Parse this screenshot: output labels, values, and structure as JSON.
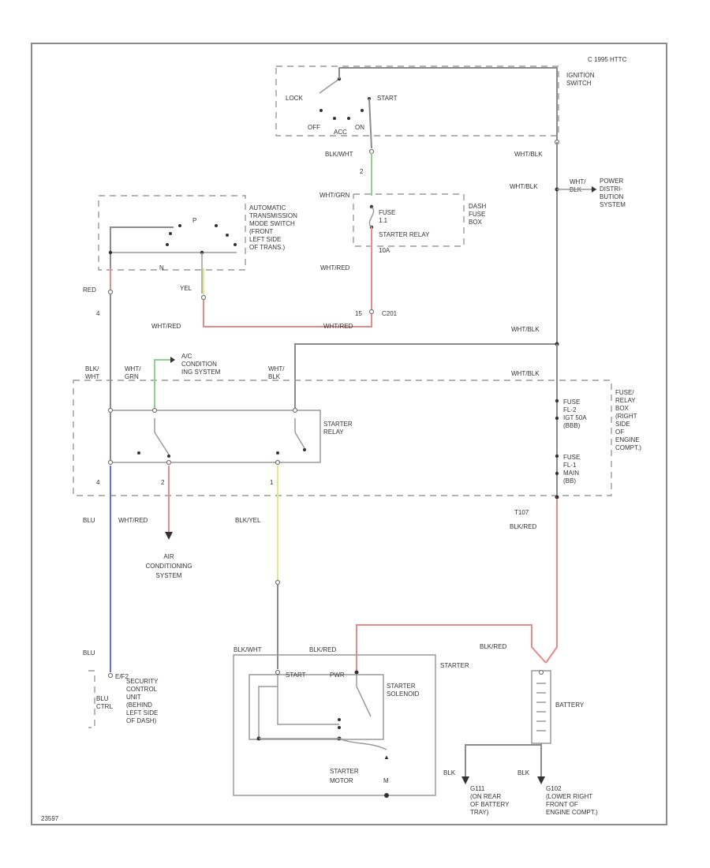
{
  "copyright": "C 1995 HTTC",
  "footer_code": "23597",
  "colors": {
    "red": "#e88a8a",
    "green": "#8fd18f",
    "yellow": "#e6e68a",
    "blue": "#6a6ae8",
    "wire": "#8c8c8c"
  },
  "ignition": {
    "title": [
      "IGNITION",
      "SWITCH"
    ],
    "lock": "LOCK",
    "start": "START",
    "off": "OFF",
    "acc": "ACC",
    "on": "ON",
    "wire_bw": "BLK/WHT",
    "pin": "2"
  },
  "power_dist": {
    "wire1": "WHT/BLK",
    "wire2": "WHT/BLK",
    "tag": [
      "WHT/",
      "BLK"
    ],
    "label": [
      "POWER",
      "DISTRI-",
      "BUTION",
      "SYSTEM"
    ]
  },
  "atx": {
    "label": [
      "AUTOMATIC",
      "TRANSMISSION",
      "MODE SWITCH",
      "(FRONT",
      "LEFT SIDE",
      "OF TRANS.)"
    ],
    "p": "P",
    "n": "N"
  },
  "dash_fuse": {
    "wire_top": "WHT/GRN",
    "fuse": [
      "FUSE",
      "1.1",
      "STARTER RELAY",
      "10A"
    ],
    "box": [
      "DASH",
      "FUSE",
      "BOX"
    ],
    "wire_red": "WHT/RED",
    "pin": "15",
    "connector": "C201"
  },
  "left_wires": {
    "red": "RED",
    "pin4": "4",
    "yel": "YEL",
    "whtred_a": "WHT/RED",
    "whtred_b": "WHT/RED",
    "whtblk": "WHT/BLK"
  },
  "relay_box": {
    "blk_wht": [
      "BLK/",
      "WHT"
    ],
    "wht_grn": [
      "WHT/",
      "GRN"
    ],
    "ac_rad": [
      "A/C",
      "CONDITION",
      "ING SYSTEM"
    ],
    "wht_blk_tag": [
      "WHT/",
      "BLK"
    ],
    "whtblk2": "WHT/BLK",
    "starter_relay": [
      "STARTER",
      "RELAY"
    ],
    "fuse_a": [
      "FUSE",
      "FL-2",
      "IGT 50A",
      "(BBB)"
    ],
    "fuse_b": [
      "FUSE",
      "FL-1",
      "MAIN",
      "(BB)"
    ],
    "box": [
      "FUSE/",
      "RELAY",
      "BOX",
      "(RIGHT",
      "SIDE",
      "OF",
      "ENGINE",
      "COMPT.)"
    ],
    "pins": [
      "4",
      "2",
      "1"
    ]
  },
  "lower": {
    "blu": "BLU",
    "whtred": "WHT/RED",
    "blkyel": "BLK/YEL",
    "ac_system": [
      "AIR",
      "CONDITIONING",
      "SYSTEM"
    ],
    "t107": "T107",
    "blkred_top": "BLK/RED",
    "blu2": "BLU",
    "pin_e": "E/F2",
    "security": [
      "SECURITY",
      "CONTROL",
      "UNIT",
      "(BEHIND",
      "LEFT SIDE",
      "OF DASH)"
    ],
    "blu_ctrl": [
      "BLU",
      "CTRL"
    ],
    "blkwht": "BLK/WHT",
    "blkred": "BLK/RED",
    "blkred2": "BLK/RED",
    "starter_start": "START",
    "starter_pwr": "PWR",
    "starter": "STARTER",
    "solenoid": [
      "STARTER",
      "SOLENOID"
    ],
    "motor": [
      "STARTER",
      "MOTOR"
    ],
    "battery": "BATTERY",
    "blk1": "BLK",
    "blk2": "BLK",
    "g1": [
      "G111",
      "(ON REAR",
      "OF BATTERY",
      "TRAY)"
    ],
    "g2": [
      "G102",
      "(LOWER RIGHT",
      "FRONT OF",
      "ENGINE COMPT.)"
    ]
  }
}
